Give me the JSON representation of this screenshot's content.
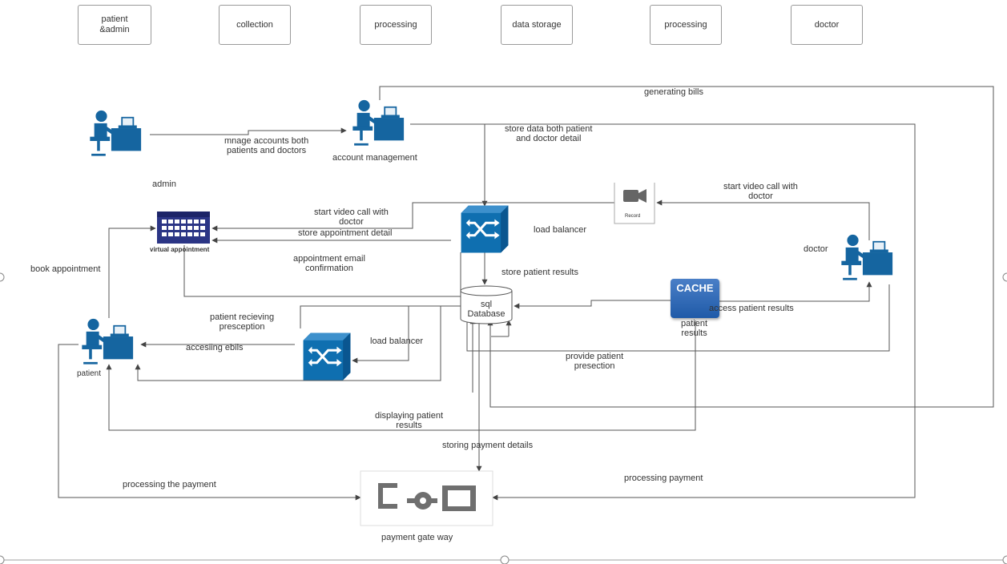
{
  "lanes": [
    "patient\n&admin",
    "collection",
    "processing",
    "data storage",
    "processing",
    "doctor"
  ],
  "nodes": {
    "admin": "admin",
    "account_management": "account management",
    "virtual_appointment": "virtual appointment",
    "patient": "patient",
    "doctor": "doctor",
    "load_balancer_top": "load balancer",
    "load_balancer_bottom": "load balancer",
    "database": "sql\nDatabase",
    "record": "Record",
    "cache": "CACHE",
    "payment_gateway": "payment gate way"
  },
  "edges": {
    "manage_accounts": "mnage accounts both\npatients and doctors",
    "generating_bills": "generating bills",
    "store_data": "store data both patient\nand doctor detail",
    "video_call_doctor_side": "start video call with\ndoctor",
    "video_call_appointment": "start video call with\ndoctor",
    "store_appointment": "store appointment detail",
    "email_confirmation": "appointment email\nconfirmation",
    "book_appointment": "book appointment",
    "store_patient_results": "store patient results",
    "access_patient_results": "access patient results",
    "patient_results": "patient\nresults",
    "patient_receiving": "patient recieving\npresception",
    "accessing_ebills": "accesiing ebils",
    "provide_prescription": "provide patient\npresection",
    "displaying_results": "displaying patient\nresults",
    "storing_payment": "storing payment details",
    "processing_the_payment": "processing the payment",
    "processing_payment": "processing payment"
  },
  "colors": {
    "figure": "#1565a0",
    "switch": "#0f6fb0",
    "calendar": "#2b3585",
    "cache": "#2a64b5",
    "line": "#555555",
    "payment": "#6f6f6f"
  }
}
